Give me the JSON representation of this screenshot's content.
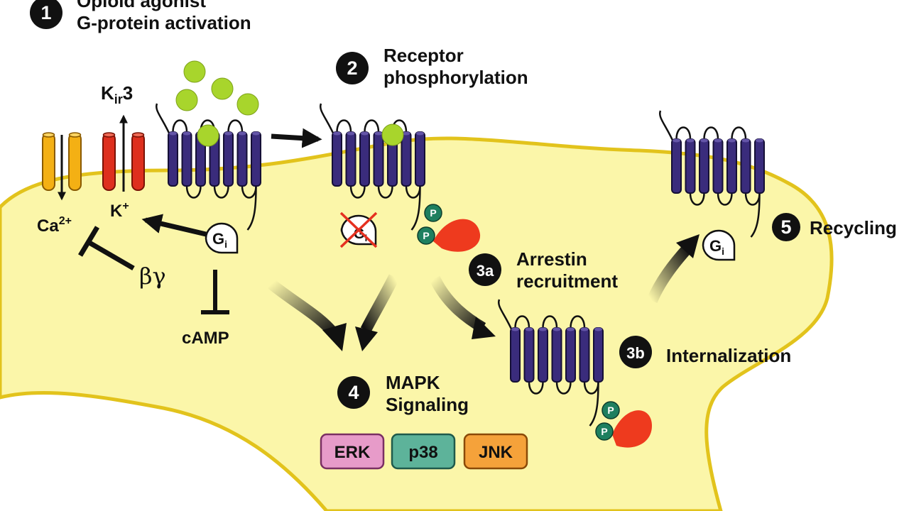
{
  "steps": {
    "s1": {
      "badge": "1",
      "line1": "Opioid agonist",
      "line2": "G-protein activation"
    },
    "s2": {
      "badge": "2",
      "line1": "Receptor",
      "line2": "phosphorylation"
    },
    "s3a": {
      "badge": "3a",
      "line1": "Arrestin",
      "line2": "recruitment"
    },
    "s3b": {
      "badge": "3b",
      "line1": "Internalization"
    },
    "s4": {
      "badge": "4",
      "line1": "MAPK",
      "line2": "Signaling"
    },
    "s5": {
      "badge": "5",
      "line1": "Recycling"
    }
  },
  "channels": {
    "kir_main": "K",
    "kir_sub": "ir",
    "kir_num": "3",
    "k_main": "K",
    "k_sup": "+",
    "ca_main": "Ca",
    "ca_sup": "2+"
  },
  "signals": {
    "beta_gamma": "βγ",
    "camp": "cAMP",
    "gi_main": "G",
    "gi_sub": "i",
    "phospho": "P"
  },
  "kinases": [
    {
      "label": "ERK",
      "fill": "#e79bc9",
      "stroke": "#7a2f63"
    },
    {
      "label": "p38",
      "fill": "#5db39a",
      "stroke": "#1f5a4b"
    },
    {
      "label": "JNK",
      "fill": "#f5a23a",
      "stroke": "#8a4a08"
    }
  ],
  "colors": {
    "cell": "#fbf6a9",
    "membrane": "#e2c31c",
    "receptor": "#3a2c7c",
    "ligand": "#a8d52c",
    "arrestin": "#ee3a1e",
    "phospho": "#1e7f5f",
    "ca_channel": "#f4b014",
    "k_channel": "#de2f1e"
  }
}
